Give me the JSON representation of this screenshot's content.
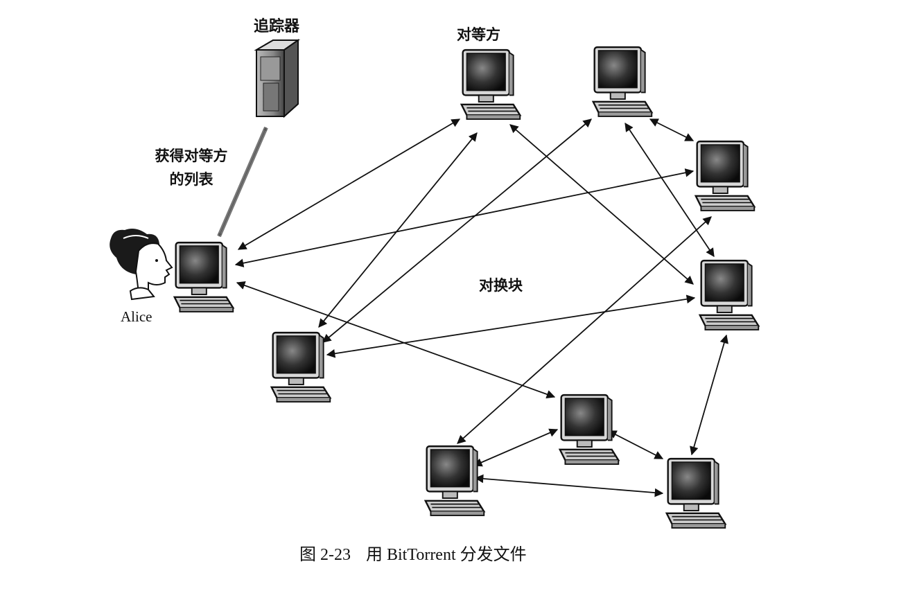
{
  "labels": {
    "tracker": "追踪器",
    "peers": "对等方",
    "get_peer_list_line1": "获得对等方",
    "get_peer_list_line2": "的列表",
    "exchange_chunks": "对换块",
    "alice": "Alice"
  },
  "caption": {
    "figure_number": "图 2-23",
    "text": "用 BitTorrent 分发文件"
  },
  "colors": {
    "arrow": "#111111",
    "tracker_link": "#777777"
  },
  "nodes": [
    "alice-computer",
    "tracker-server",
    "peer-top-center",
    "peer-top-right",
    "peer-right-upper",
    "peer-right-middle",
    "peer-left-lower",
    "peer-bottom-center",
    "peer-bottom-left",
    "peer-bottom-right"
  ]
}
